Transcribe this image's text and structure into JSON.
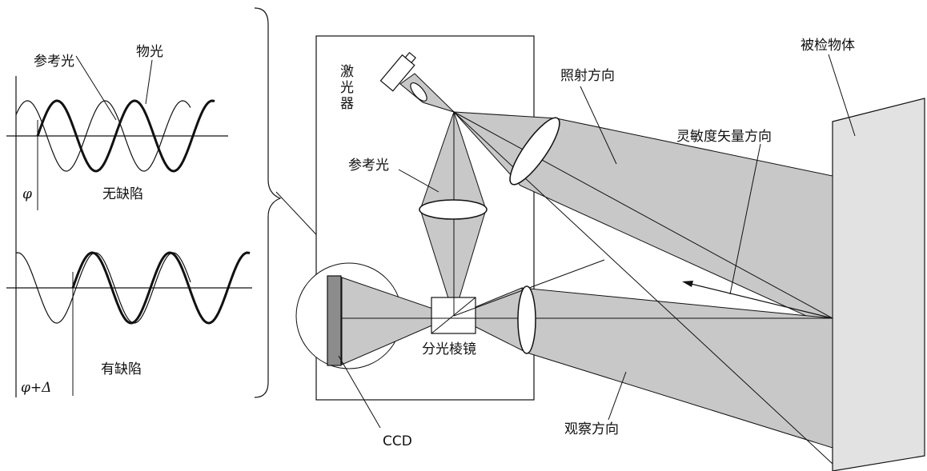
{
  "labels": {
    "reference_light_top": "参考光",
    "object_light": "物光",
    "no_defect": "无缺陷",
    "has_defect": "有缺陷",
    "phi": "φ",
    "phi_plus_delta": "φ+Δ",
    "laser": "激光器",
    "reference_light": "参考光",
    "illumination_direction": "照射方向",
    "sensitivity_vector_direction": "灵敏度矢量方向",
    "inspected_object": "被检物体",
    "beam_splitter_prism": "分光棱镜",
    "ccd": "CCD",
    "observation_direction": "观察方向"
  },
  "colors": {
    "beam_fill": "#c8c8c8",
    "object_fill": "#e2e2e2",
    "ccd_fill": "#8c8c8c",
    "line": "#111111"
  }
}
